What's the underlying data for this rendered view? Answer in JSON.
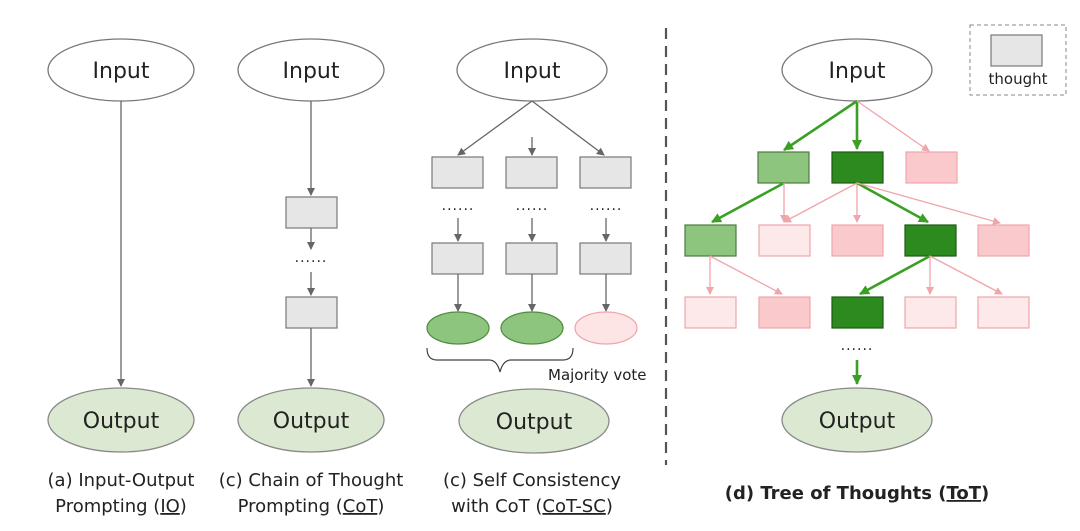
{
  "nodes": {
    "input_label": "Input",
    "output_label": "Output",
    "dots": "......"
  },
  "legend": {
    "label": "thought"
  },
  "annotations": {
    "majority_vote": "Majority vote"
  },
  "captions": {
    "io": {
      "line1": "(a) Input-Output",
      "line2_prefix": "Prompting (",
      "line2_link": "IO",
      "line2_suffix": ")"
    },
    "cot": {
      "line1": "(c) Chain of Thought",
      "line2_prefix": "Prompting (",
      "line2_link": "CoT",
      "line2_suffix": ")"
    },
    "cot_sc": {
      "line1": "(c) Self Consistency",
      "line2_prefix": "with CoT (",
      "line2_link": "CoT-SC",
      "line2_suffix": ")"
    },
    "tot": {
      "prefix": "(d) Tree of Thoughts (",
      "link": "ToT",
      "suffix": ")"
    }
  },
  "colors": {
    "node_fill": "#e6e6e6",
    "output_fill": "#dce9d2",
    "green_light": "#8ec57e",
    "green_dark": "#2d8a1f",
    "pink_fill": "#f9c9cc",
    "pink_pale": "#fde9ea",
    "pink_edge": "#f0a5aa",
    "green_edge": "#3aa024",
    "gray_edge": "#666666"
  }
}
